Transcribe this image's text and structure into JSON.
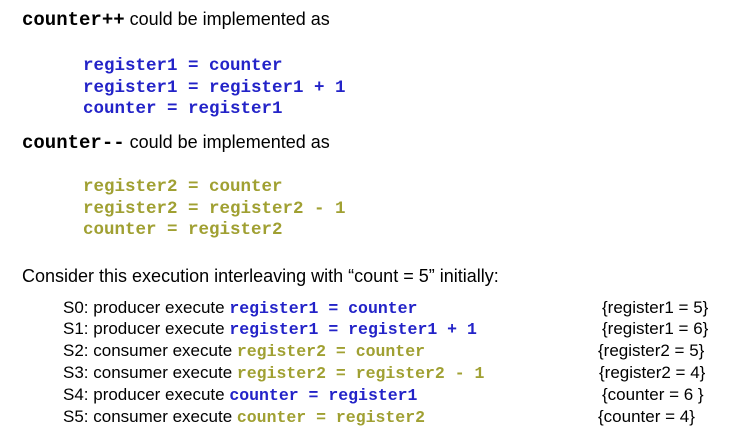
{
  "increment": {
    "op": "counter++",
    "text": " could be implemented as",
    "code": [
      "register1 = counter",
      "register1 = register1 + 1",
      "counter = register1"
    ]
  },
  "decrement": {
    "op": "counter--",
    "text": " could be implemented as",
    "code": [
      "register2 = counter",
      "register2 = register2 - 1",
      "counter = register2"
    ]
  },
  "intro": "Consider this execution interleaving with “count = 5” initially:",
  "steps": [
    {
      "label": "S0: producer execute ",
      "code": "register1 = counter",
      "state": "{register1 = 5}"
    },
    {
      "label": "S1: producer execute ",
      "code": "register1 = register1 + 1",
      "state": "{register1 = 6}"
    },
    {
      "label": "S2: consumer execute ",
      "code": "register2 = counter",
      "state": "{register2 = 5}"
    },
    {
      "label": "S3: consumer execute ",
      "code": "register2 = register2 - 1",
      "state": "{register2 = 4}"
    },
    {
      "label": "S4: producer execute ",
      "code": "counter = register1",
      "state": "{counter = 6 }"
    },
    {
      "label": "S5: consumer execute ",
      "code": "counter = register2",
      "state": "{counter = 4}"
    }
  ],
  "colors": {
    "producer_code": "#2323c8",
    "consumer_code": "#a0a032"
  }
}
